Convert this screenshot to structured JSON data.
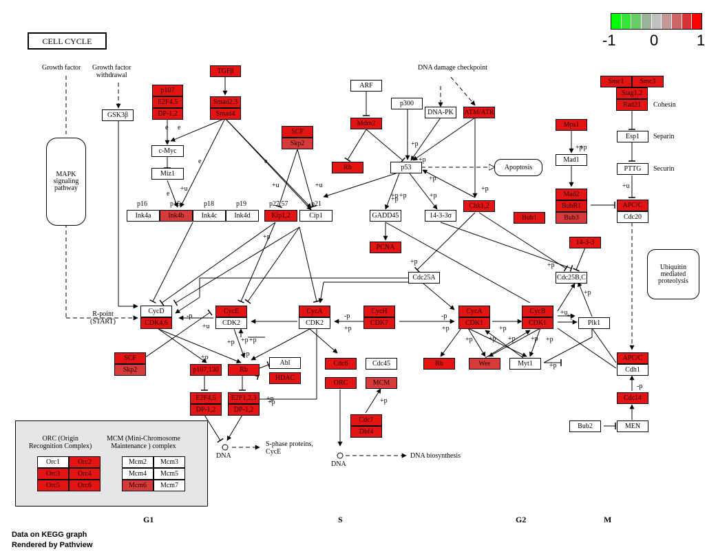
{
  "title": "CELL CYCLE",
  "legend": {
    "min": "-1",
    "mid": "0",
    "max": "1",
    "colors": [
      "#00ff00",
      "#33e633",
      "#66cc66",
      "#99b399",
      "#bfbfbf",
      "#c49999",
      "#cc6666",
      "#d93333",
      "#ff0000"
    ]
  },
  "phases": {
    "g1": "G1",
    "s": "S",
    "g2": "G2",
    "m": "M"
  },
  "footer": {
    "line1": "Data on KEGG graph",
    "line2": "Rendered by Pathview"
  },
  "labels": {
    "growth_factor": "Growth factor",
    "growth_withdrawal": "Growth factor\nwithdrawal",
    "dna_damage": "DNA damage checkpoint",
    "mapk": "MAPK\nsignaling\npathway",
    "apoptosis": "Apoptosis",
    "ubiquitin": "Ubiquitin\nmediated\nproteolysis",
    "rpoint": "R-point\n(START)",
    "cohesin": "Cohesin",
    "separin": "Separin",
    "securin": "Securin",
    "p16": "p16",
    "p15": "p15",
    "p18": "p18",
    "p19": "p19",
    "p2757": "p27,57",
    "p21": "p21",
    "dna1": "DNA",
    "dna2": "DNA",
    "sphase": "S-phase proteins,\nCycE",
    "dnabio": "DNA biosynthesis",
    "orc_title": "ORC (Origin\nRecognition Complex)",
    "mcm_title": "MCM (Mini-Chromosome\nMaintenance ) complex"
  },
  "edge_labels": [
    "e",
    "e",
    "e",
    "e",
    "e",
    "+p",
    "+p",
    "+p",
    "+u",
    "+u",
    "+p",
    "+p",
    "+p",
    "+p",
    "+p",
    "+p",
    "-p",
    "+u",
    "+p",
    "+p",
    "+p",
    "-p",
    "+p",
    "-p",
    "+p",
    "+p",
    "+p",
    "+p",
    "+p",
    "+u",
    "+p",
    "+p",
    "+p",
    "+p",
    "+p",
    "+p",
    "+p",
    "+p",
    "-p",
    "+p",
    "+p",
    "+u",
    "+p",
    "+p",
    "+p",
    "+u",
    "+p"
  ],
  "genes": {
    "tgfb": "TGFβ",
    "p107": "p107",
    "e2f45a": "E2F4,5",
    "dp12a": "DP-1,2",
    "smad23": "Smad2,3",
    "smad4": "Smad4",
    "gsk3b": "GSK3β",
    "cmyc": "c-Myc",
    "miz1": "Miz1",
    "ink4a": "Ink4a",
    "ink4b": "Ink4b",
    "ink4c": "Ink4c",
    "ink4d": "Ink4d",
    "scf1": "SCF",
    "skp2a": "Skp2",
    "kip12": "Kip1,2",
    "cip1": "Cip1",
    "arf": "ARF",
    "mdm2": "Mdm2",
    "rb1": "Rb",
    "p300": "p300",
    "dnapk": "DNA-PK",
    "atmatr": "ATM/ATR",
    "p53": "p53",
    "gadd45": "GADD45",
    "s1433s": "14-3-3σ",
    "chk12": "Chk1,2",
    "pcna": "PCNA",
    "cdc25abc": "Cdc25A",
    "s1433": "14-3-3",
    "cdc25bc": "Cdc25B,C",
    "cycd": "CycD",
    "cdk46": "CDK4,6",
    "cyce": "CycE",
    "cdk2a": "CDK2",
    "cyca1": "CycA",
    "cdk2b": "CDK2",
    "cych": "CycH",
    "cdk7": "CDK7",
    "cyca2": "CycA",
    "cdk1a": "CDK1",
    "cycb": "CycB",
    "cdk1b": "CDK1",
    "plk1": "Plk1",
    "scf2": "SCF",
    "skp2b": "Skp2",
    "p107130": "p107,130",
    "rb2": "Rb",
    "abl": "Abl",
    "hdac": "HDAC",
    "e2f45b": "E2F4,5",
    "dp12b": "DP-1,2",
    "e2f123": "E2F1,2,3",
    "dp12c": "DP-1,2",
    "cdc6": "Cdc6",
    "orc": "ORC",
    "cdc45": "Cdc45",
    "mcm": "MCM",
    "cdc7": "Cdc7",
    "dbf4": "Dbf4",
    "rb3": "Rb",
    "wee": "Wee",
    "myt1": "Myt1",
    "smc1": "Smc1",
    "smc3": "Smc3",
    "stag12": "Stag1,2",
    "rad21": "Rad21",
    "esp1": "Esp1",
    "pttg": "PTTG",
    "mps1": "Mps1",
    "mad1": "Mad1",
    "mad2": "Mad2",
    "bubr1": "BubR1",
    "bub3": "Bub3",
    "bub1": "Bub1",
    "apcc1": "APC/C",
    "cdc20": "Cdc20",
    "apcc2": "APC/C",
    "cdh1": "Cdh1",
    "cdc14": "Cdc14",
    "bub2": "Bub2",
    "men": "MEN",
    "orc1": "Orc1",
    "orc2": "Orc2",
    "orc3": "Orc3",
    "orc4": "Orc4",
    "orc5": "Orc5",
    "orc6": "Orc6",
    "mcm2": "Mcm2",
    "mcm3": "Mcm3",
    "mcm4": "Mcm4",
    "mcm5": "Mcm5",
    "mcm6": "Mcm6",
    "mcm7": "Mcm7"
  }
}
